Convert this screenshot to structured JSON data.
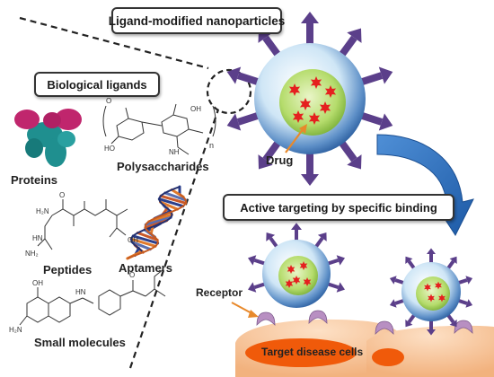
{
  "labels": {
    "ligand_nanoparticles": "Ligand-modified nanoparticles",
    "biological_ligands": "Biological ligands",
    "proteins": "Proteins",
    "polysaccharides": "Polysaccharides",
    "peptides": "Peptides",
    "aptamers": "Aptamers",
    "small_molecules": "Small molecules",
    "drug": "Drug",
    "active_targeting": "Active targeting by specific binding",
    "receptor": "Receptor",
    "target_cells": "Target disease cells"
  },
  "chem": {
    "poly_subscript": "n",
    "poly_o": "O",
    "poly_ho": "HO",
    "poly_oh": "OH",
    "poly_nh": "NH",
    "pep_h2n": "H₂N",
    "pep_nh2": "NH₂",
    "pep_hn": "HN",
    "pep_o": "O",
    "pep_oh": "OH",
    "sm_h2n": "H₂N",
    "sm_oh": "OH",
    "sm_o": "O",
    "sm_hn": "HN"
  },
  "colors": {
    "arrow": "#5b3f8a",
    "shell_outer": "#2c5fa0",
    "shell_inner": "#dff0fb",
    "core": "#8cc63f",
    "drug_star": "#e5201f",
    "curved_arrow": "#2566b3",
    "cell": "#f6c49a",
    "nucleus": "#f05a0a",
    "receptor": "#b88fc2",
    "protein": "#1f8f8f",
    "protein_tip": "#c0266d"
  },
  "icons": [
    "protein-structure-icon",
    "polysaccharide-structure-icon",
    "peptide-structure-icon",
    "aptamer-helix-icon",
    "small-molecule-structure-icon",
    "drug-star-icon",
    "receptor-icon"
  ]
}
